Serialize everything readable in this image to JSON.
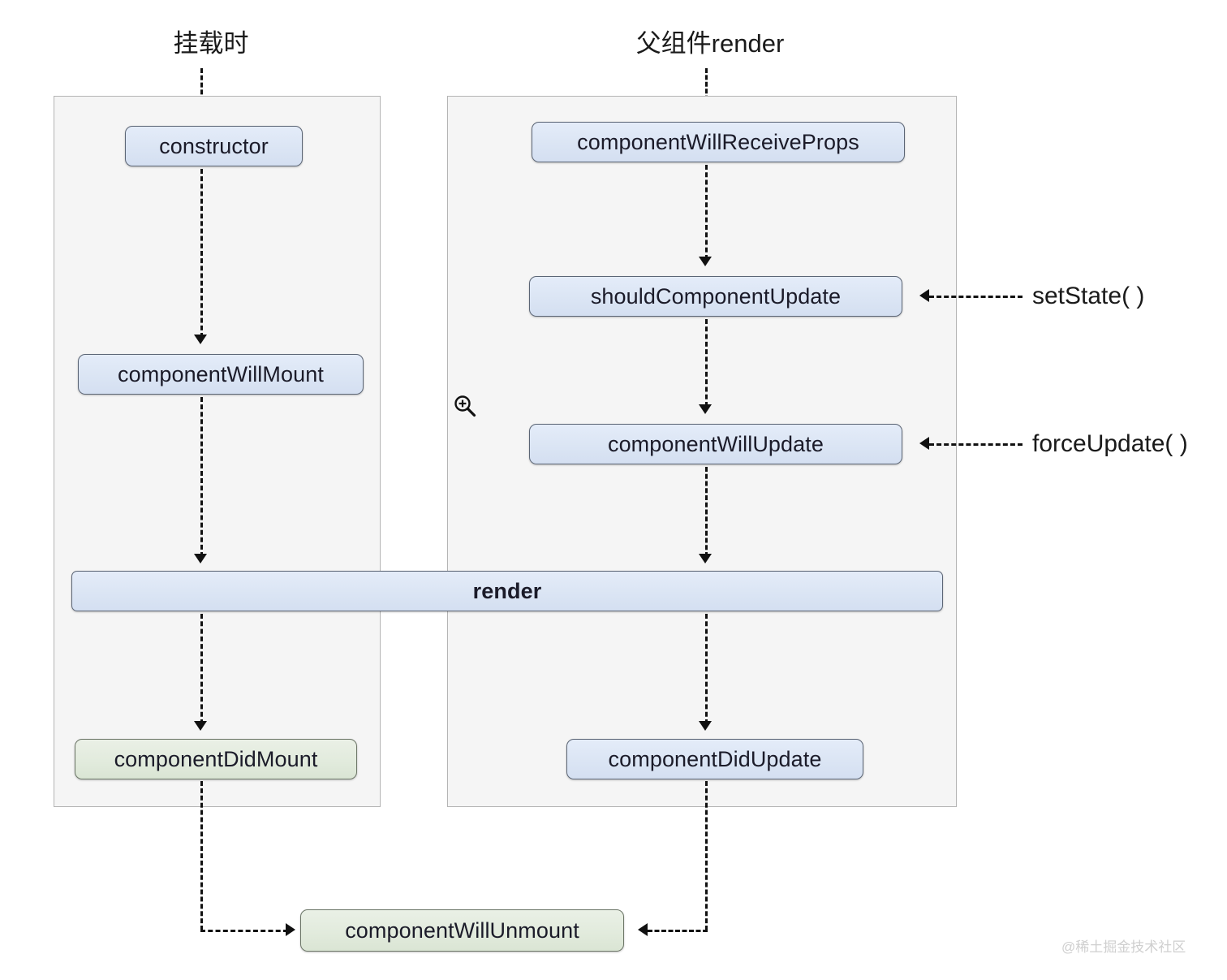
{
  "diagram": {
    "title_mount_phase": "挂载时",
    "title_update_phase": "父组件render",
    "watermark": "@稀土掘金技术社区"
  },
  "mount_column": {
    "boxes": [
      {
        "label": "constructor",
        "color": "blue"
      },
      {
        "label": "componentWillMount",
        "color": "blue"
      },
      {
        "label": "componentDidMount",
        "color": "green"
      }
    ]
  },
  "update_column": {
    "boxes": [
      {
        "label": "componentWillReceiveProps",
        "color": "blue"
      },
      {
        "label": "shouldComponentUpdate",
        "color": "blue"
      },
      {
        "label": "componentWillUpdate",
        "color": "blue"
      },
      {
        "label": "componentDidUpdate",
        "color": "blue"
      }
    ]
  },
  "shared": {
    "render_label": "render",
    "unmount_label": "componentWillUnmount"
  },
  "triggers": [
    {
      "label": "setState( )",
      "target": "shouldComponentUpdate"
    },
    {
      "label": "forceUpdate( )",
      "target": "componentWillUpdate"
    }
  ],
  "cursor": {
    "icon": "magnifier-zoom-in-icon"
  },
  "colors": {
    "box_blue_fill": "#dde6f5",
    "box_green_fill": "#e3ece0",
    "box_border": "#5a6372",
    "panel_fill": "#f5f5f5",
    "panel_border": "#b4b4b4",
    "connector": "#111111",
    "watermark": "#cfcfcf"
  }
}
